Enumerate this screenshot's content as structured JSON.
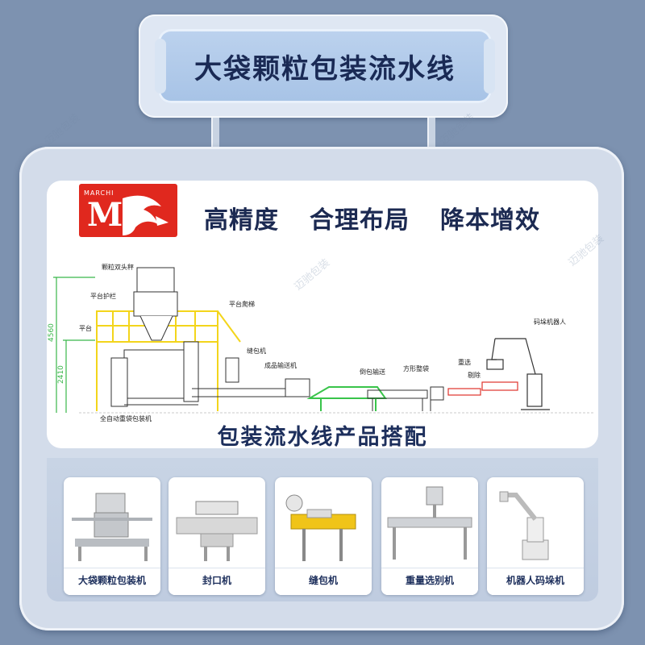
{
  "title": "大袋颗粒包装流水线",
  "logo": {
    "brand": "MARCHI"
  },
  "tagline": [
    "高精度",
    "合理布局",
    "降本增效"
  ],
  "diagram": {
    "labels": {
      "weigher": "颗粒双头秤",
      "guard": "平台护栏",
      "platform": "平台",
      "ladder": "平台爬梯",
      "sewing": "缝包机",
      "conveyor": "成品输送机",
      "tilt": "倒包输送",
      "shaping": "方形整袋",
      "check": "重选",
      "reject": "剔除",
      "robot": "码垛机器人",
      "packer": "全自动重袋包装机"
    },
    "dims": [
      "4560",
      "2410"
    ]
  },
  "combo_title": "包装流水线产品搭配",
  "products": [
    {
      "label": "大袋颗粒包装机",
      "icon": "bulk-bag-packer"
    },
    {
      "label": "封口机",
      "icon": "sealing-machine"
    },
    {
      "label": "缝包机",
      "icon": "bag-sewing-machine"
    },
    {
      "label": "重量选别机",
      "icon": "check-weigher"
    },
    {
      "label": "机器人码垛机",
      "icon": "palletizing-robot"
    }
  ],
  "watermark": "迈驰包装"
}
